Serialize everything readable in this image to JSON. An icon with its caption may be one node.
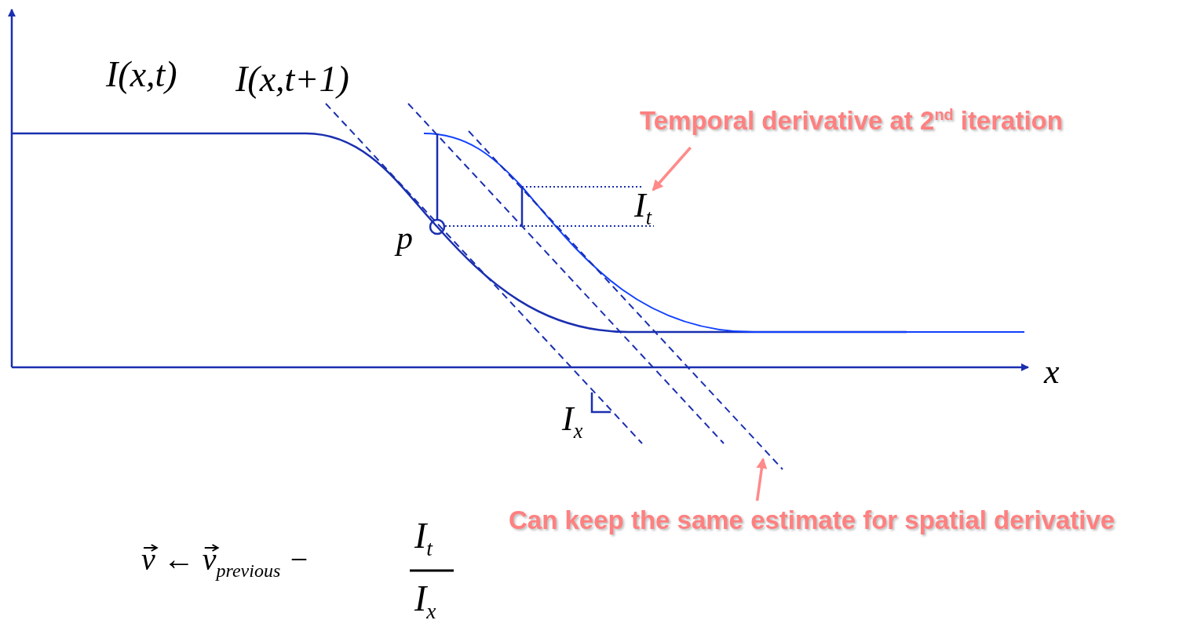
{
  "diagram": {
    "nodes": [
      {
        "text": [
          "Temporal derivative at 2$^{nd}$ iteration"
        ]
      },
      {
        "text": [
          "I$_{t}$"
        ]
      },
      {
        "text": [
          "Can keep the same estimate for spatial derivative"
        ]
      }
    ],
    "edges": [
      {
        "from": 0,
        "to": 1,
        "arrow": "to"
      },
      {
        "from": 2,
        "to": null,
        "arrow": "to"
      }
    ],
    "labels": [
      "I(x,t)",
      "I(x,t+1)",
      "p",
      "x",
      "I$_{x}$",
      "v ← v$_{previous}$ −",
      "I$_{t}$",
      "I$_{x}$"
    ]
  }
}
